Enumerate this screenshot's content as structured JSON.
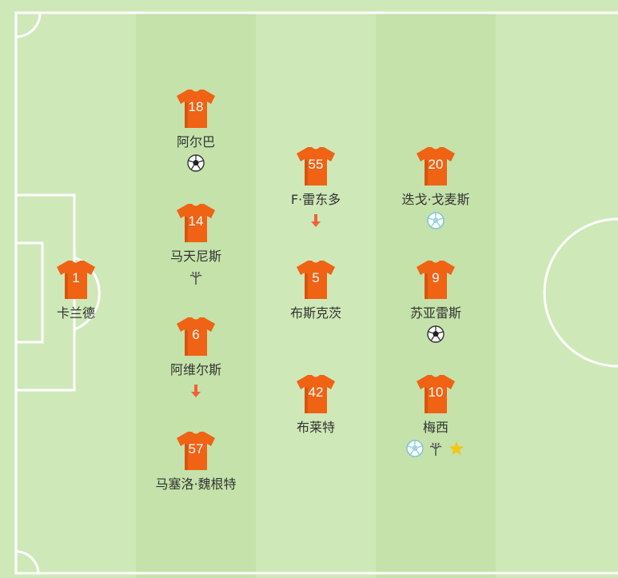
{
  "colors": {
    "shirt": "#f06214",
    "shirt_shadow": "#d9530d",
    "pitch_light": "#cfe8b8",
    "pitch_dark": "#c4e2aa",
    "line": "#ffffff",
    "sub_arrow": "#f2603a",
    "assist": "#7ec6d9",
    "star": "#f5c518"
  },
  "players": [
    {
      "number": "1",
      "name": "卡兰德",
      "events": []
    },
    {
      "number": "18",
      "name": "阿尔巴",
      "events": [
        "goal-ball-icon"
      ]
    },
    {
      "number": "14",
      "name": "马天尼斯",
      "events": [
        "card-icon"
      ]
    },
    {
      "number": "6",
      "name": "阿维尔斯",
      "events": [
        "substitution-off-arrow-icon"
      ]
    },
    {
      "number": "57",
      "name": "马塞洛·魏根特",
      "events": []
    },
    {
      "number": "55",
      "name": "F·雷东多",
      "events": [
        "substitution-off-arrow-icon"
      ]
    },
    {
      "number": "5",
      "name": "布斯克茨",
      "events": []
    },
    {
      "number": "42",
      "name": "布莱特",
      "events": []
    },
    {
      "number": "20",
      "name": "迭戈·戈麦斯",
      "events": [
        "assist-ball-icon"
      ]
    },
    {
      "number": "9",
      "name": "苏亚雷斯",
      "events": [
        "goal-ball-icon"
      ]
    },
    {
      "number": "10",
      "name": "梅西",
      "events": [
        "assist-ball-icon",
        "card-icon",
        "star-icon"
      ]
    }
  ]
}
